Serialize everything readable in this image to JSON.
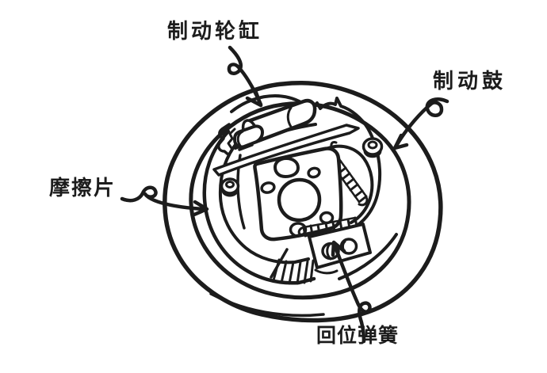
{
  "diagram": {
    "colors": {
      "background": "#ffffff",
      "ink": "#1c1c1c"
    },
    "labels": {
      "wheel_cylinder": "制动轮缸",
      "brake_drum": "制动鼓",
      "friction_pad": "摩擦片",
      "return_spring": "回位弹簧"
    }
  }
}
